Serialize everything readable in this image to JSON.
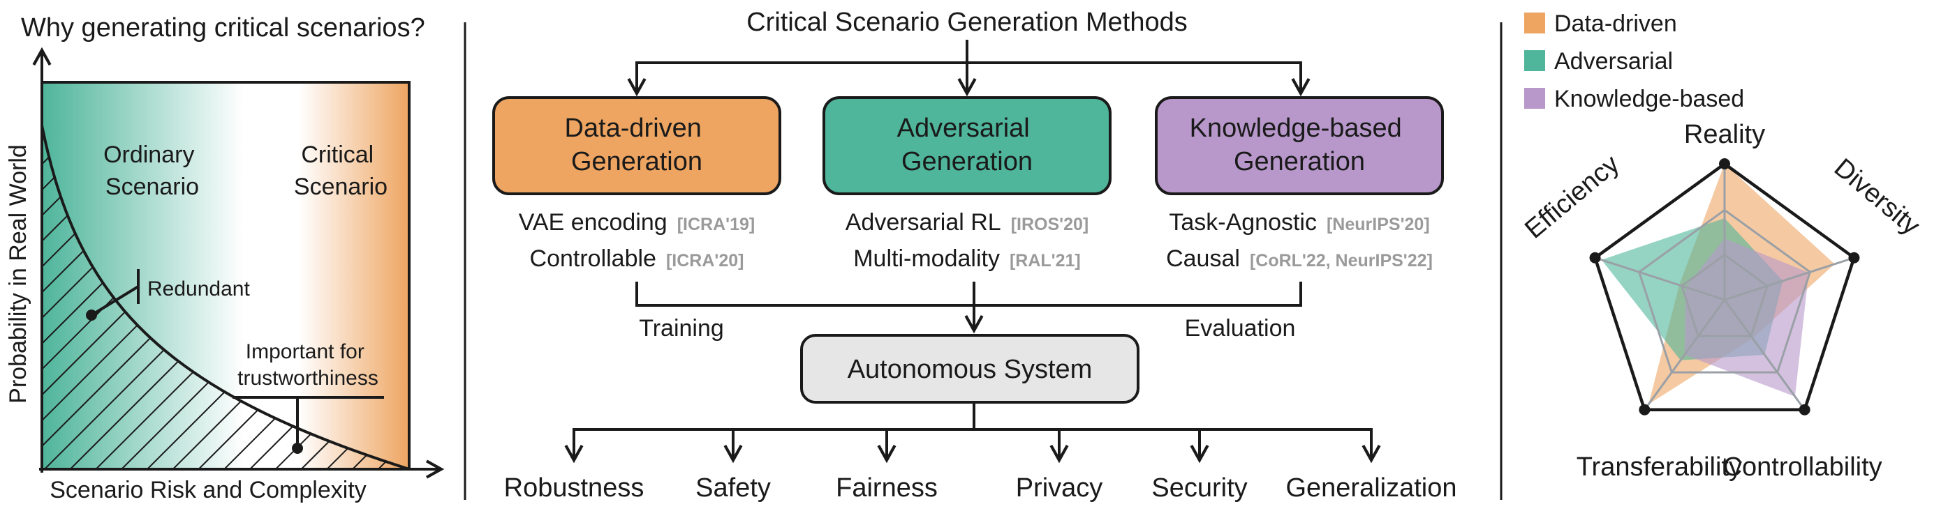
{
  "left_panel": {
    "title": "Why generating critical scenarios?",
    "ylabel": "Probability in Real World",
    "xlabel": "Scenario Risk and Complexity",
    "region_ordinary": [
      "Ordinary",
      "Scenario"
    ],
    "region_critical": [
      "Critical",
      "Scenario"
    ],
    "annotation_redundant": "Redundant",
    "annotation_important": [
      "Important for",
      "trustworthiness"
    ]
  },
  "center_panel": {
    "title": "Critical Scenario Generation Methods",
    "boxes": [
      {
        "lines": [
          "Data-driven",
          "Generation"
        ],
        "color": "#eea562",
        "items": [
          {
            "text": "VAE encoding",
            "cite": "[ICRA'19]"
          },
          {
            "text": "Controllable",
            "cite": "[ICRA'20]"
          }
        ]
      },
      {
        "lines": [
          "Adversarial",
          "Generation"
        ],
        "color": "#4fb59b",
        "items": [
          {
            "text": "Adversarial RL",
            "cite": "[IROS'20]"
          },
          {
            "text": "Multi-modality",
            "cite": "[RAL'21]"
          }
        ]
      },
      {
        "lines": [
          "Knowledge-based",
          "Generation"
        ],
        "color": "#b898cb",
        "items": [
          {
            "text": "Task-Agnostic",
            "cite": "[NeurIPS'20]"
          },
          {
            "text": "Causal",
            "cite": "[CoRL'22, NeurIPS'22]"
          }
        ]
      }
    ],
    "label_training": "Training",
    "label_evaluation": "Evaluation",
    "system_label": "Autonomous System",
    "outcomes": [
      "Robustness",
      "Safety",
      "Fairness",
      "Privacy",
      "Security",
      "Generalization"
    ]
  },
  "right_panel": {
    "legend": [
      {
        "label": "Data-driven",
        "color": "#eea562"
      },
      {
        "label": "Adversarial",
        "color": "#4fb59b"
      },
      {
        "label": "Knowledge-based",
        "color": "#b898cb"
      }
    ],
    "axes": [
      "Reality",
      "Diversity",
      "Controllability",
      "Transferability",
      "Efficiency"
    ]
  },
  "chart_data": {
    "type": "radar",
    "axes": [
      "Reality",
      "Diversity",
      "Controllability",
      "Transferability",
      "Efficiency"
    ],
    "range": [
      0,
      1
    ],
    "series": [
      {
        "name": "Data-driven",
        "color": "#eea562",
        "values": [
          1.0,
          0.85,
          0.35,
          0.95,
          0.35
        ]
      },
      {
        "name": "Adversarial",
        "color": "#4fb59b",
        "values": [
          0.6,
          0.45,
          0.5,
          0.55,
          0.95
        ]
      },
      {
        "name": "Knowledge-based",
        "color": "#b898cb",
        "values": [
          0.45,
          0.65,
          0.88,
          0.5,
          0.3
        ]
      }
    ]
  }
}
